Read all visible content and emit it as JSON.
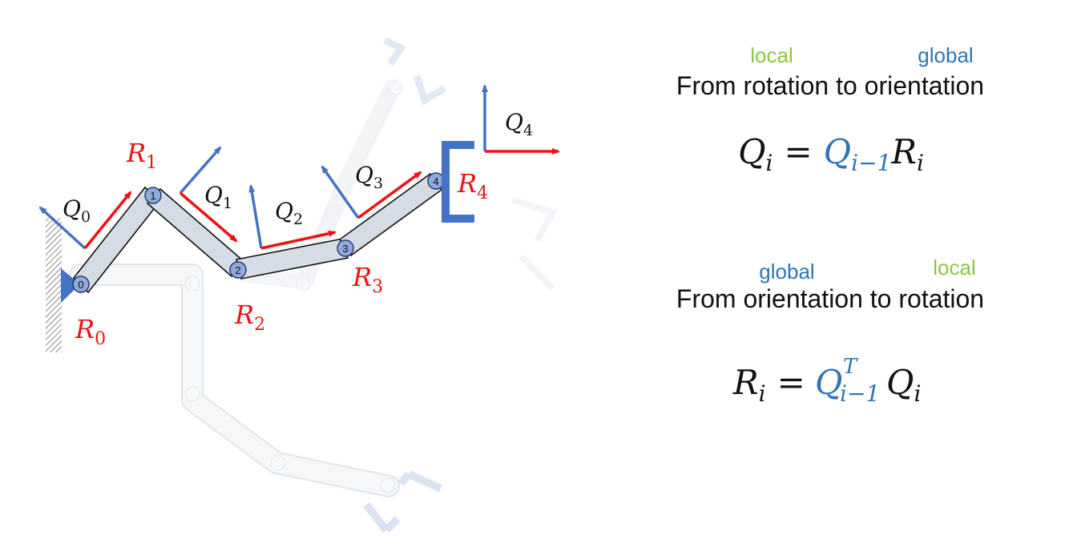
{
  "colors": {
    "red": "#ee1111",
    "blue": "#4472c4",
    "label_blue": "#2e75b6",
    "green": "#8dc63f",
    "link_fill": "#d6dce5",
    "ghost": "#dde3ec",
    "text": "#111111"
  },
  "joints": [
    "0",
    "1",
    "2",
    "3",
    "4"
  ],
  "diagram_labels": {
    "r0": {
      "sym": "R",
      "sub": "0"
    },
    "r1": {
      "sym": "R",
      "sub": "1"
    },
    "r2": {
      "sym": "R",
      "sub": "2"
    },
    "r3": {
      "sym": "R",
      "sub": "3"
    },
    "r4": {
      "sym": "R",
      "sub": "4"
    },
    "q0": {
      "sym": "Q",
      "sub": "0"
    },
    "q1": {
      "sym": "Q",
      "sub": "1"
    },
    "q2": {
      "sym": "Q",
      "sub": "2"
    },
    "q3": {
      "sym": "Q",
      "sub": "3"
    },
    "q4": {
      "sym": "Q",
      "sub": "4"
    }
  },
  "section1": {
    "local_label": "local",
    "global_label": "global",
    "title": "From rotation to orientation",
    "eq": {
      "lhs": "Q",
      "lhs_sub": "i",
      "equals": "=",
      "t1": "Q",
      "t1_sub": "i−1",
      "t2": "R",
      "t2_sub": "i"
    }
  },
  "section2": {
    "global_label": "global",
    "local_label": "local",
    "title": "From orientation to rotation",
    "eq": {
      "lhs": "R",
      "lhs_sub": "i",
      "equals": "=",
      "t1": "Q",
      "t1_sup": "T",
      "t1_sub": "i−1",
      "t2": "Q",
      "t2_sub": "i"
    }
  }
}
